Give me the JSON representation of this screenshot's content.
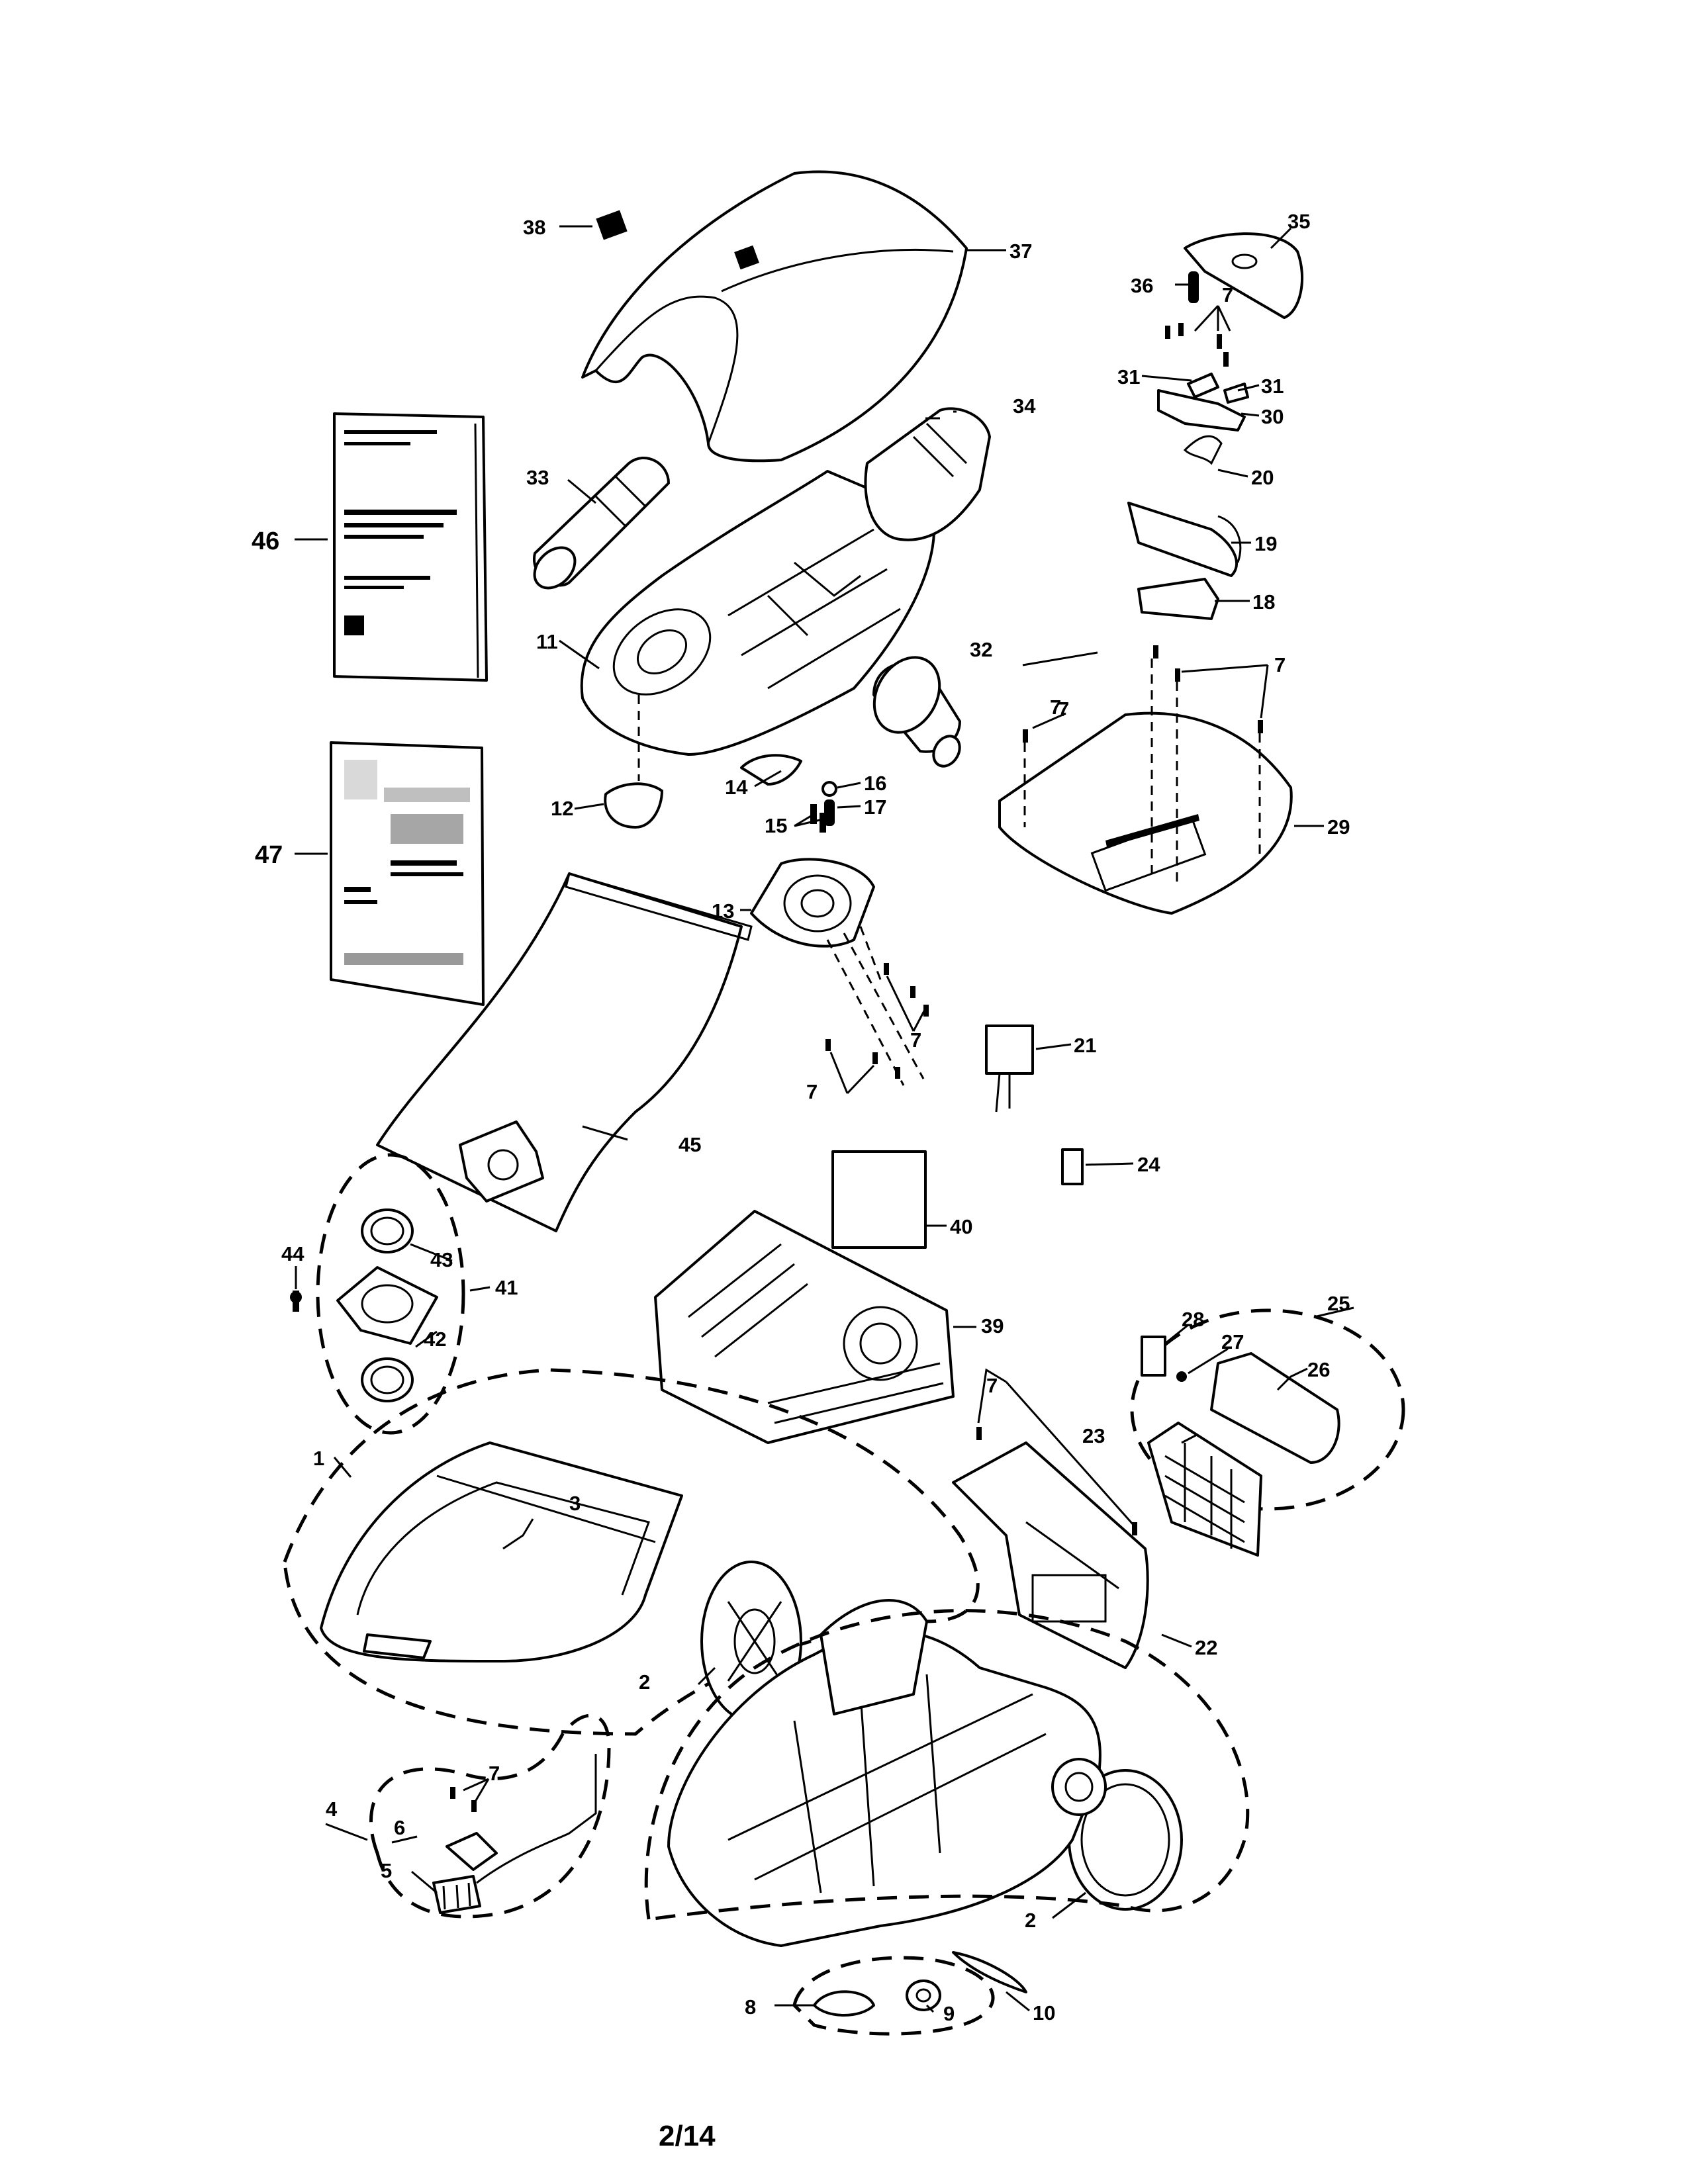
{
  "diagram": {
    "page_number": "2/14",
    "callouts": {
      "p1": "1",
      "p2a": "2",
      "p2b": "2",
      "p3": "3",
      "p4": "4",
      "p5": "5",
      "p6": "6",
      "p7_top": "7",
      "p7_handle": "7",
      "p7_base_a": "7",
      "p7_base_b": "7",
      "p7_motor_a": "7",
      "p7_motor_b": "7",
      "p7_cord": "7",
      "p7_filter": "7",
      "p8": "8",
      "p9": "9",
      "p10": "10",
      "p11": "11",
      "p12": "12",
      "p13": "13",
      "p14": "14",
      "p15": "15",
      "p16": "16",
      "p17": "17",
      "p18": "18",
      "p19": "19",
      "p20": "20",
      "p21": "21",
      "p22": "22",
      "p23": "23",
      "p24": "24",
      "p25": "25",
      "p26": "26",
      "p27": "27",
      "p28": "28",
      "p29": "29",
      "p30": "30",
      "p31a": "31",
      "p31b": "31",
      "p32": "32",
      "p33": "33",
      "p34": "34",
      "p35": "35",
      "p36": "36",
      "p37": "37",
      "p38": "38",
      "p39": "39",
      "p40": "40",
      "p41": "41",
      "p42": "42",
      "p43": "43",
      "p44": "44",
      "p45": "45",
      "p46": "46",
      "p47": "47"
    }
  }
}
